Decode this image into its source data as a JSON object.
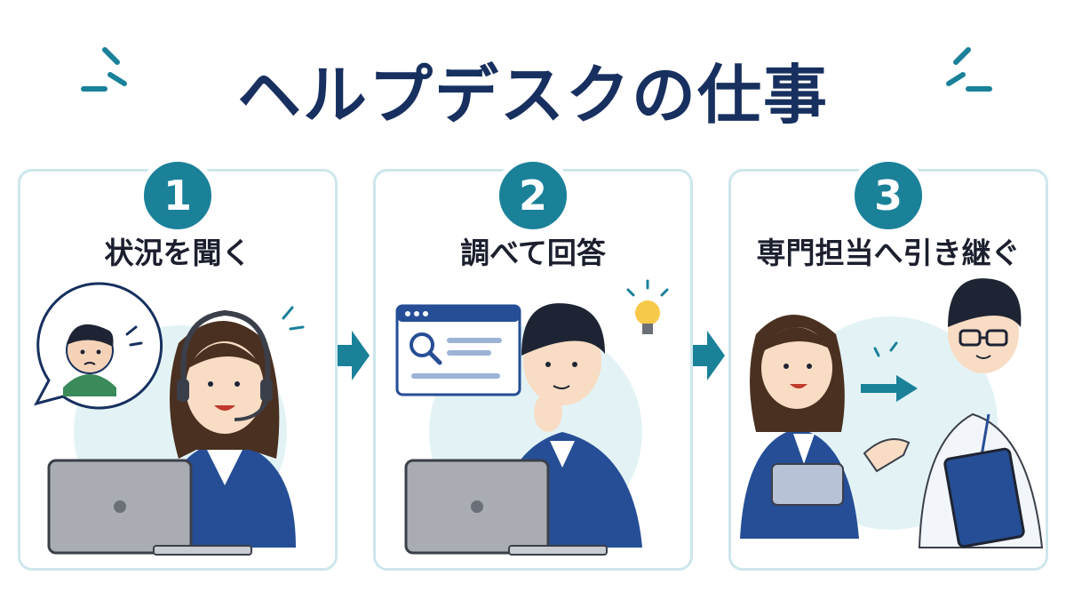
{
  "title": "ヘルプデスクの仕事",
  "colors": {
    "navy": "#17305f",
    "teal": "#1a8199",
    "panel_border": "#cde7ec",
    "pale_teal": "#e3f3f5"
  },
  "steps": [
    {
      "number": "1",
      "label": "状況を聞く"
    },
    {
      "number": "2",
      "label": "調べて回答"
    },
    {
      "number": "3",
      "label": "専門担当へ引き継ぐ"
    }
  ],
  "icons": [
    "sparkle-icon",
    "search-window-icon",
    "lightbulb-icon",
    "laptop-icon",
    "tablet-icon",
    "arrow-right-icon"
  ]
}
